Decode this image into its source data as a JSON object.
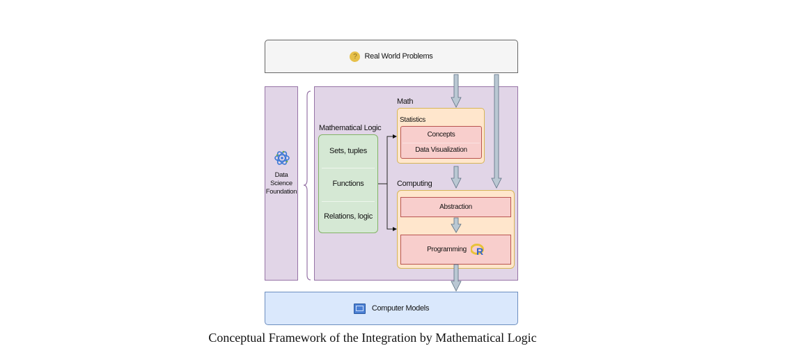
{
  "top_box": {
    "label": "Real World Problems",
    "icon": "question-icon",
    "color": "#f5f5f5"
  },
  "foundation": {
    "label_lines": [
      "Data",
      "Science",
      "Foundation"
    ],
    "icon": "atom-icon"
  },
  "mathematical_logic": {
    "title": "Mathematical Logic",
    "items": [
      "Sets, tuples",
      "Functions",
      "Relations, logic"
    ]
  },
  "math": {
    "label": "Math",
    "group_label": "Statistics",
    "items": [
      "Concepts",
      "Data Visualization"
    ]
  },
  "computing": {
    "label": "Computing",
    "items": [
      "Abstraction",
      "Programming"
    ],
    "programming_icon": "r-language-icon"
  },
  "bottom_box": {
    "label": "Computer Models",
    "icon": "computer-model-icon",
    "color": "#dae8fc"
  },
  "caption": "Conceptual Framework of the Integration by Mathematical Logic",
  "colors": {
    "purple_fill": "#e1d5e7",
    "purple_stroke": "#9673a6",
    "green_fill": "#d5e8d4",
    "green_stroke": "#82b366",
    "orange_fill": "#ffe6cc",
    "orange_stroke": "#d6b656",
    "red_fill": "#f8cecc",
    "red_stroke": "#b85450",
    "arrow_fill": "#bac8d3",
    "arrow_stroke": "#23445d"
  }
}
